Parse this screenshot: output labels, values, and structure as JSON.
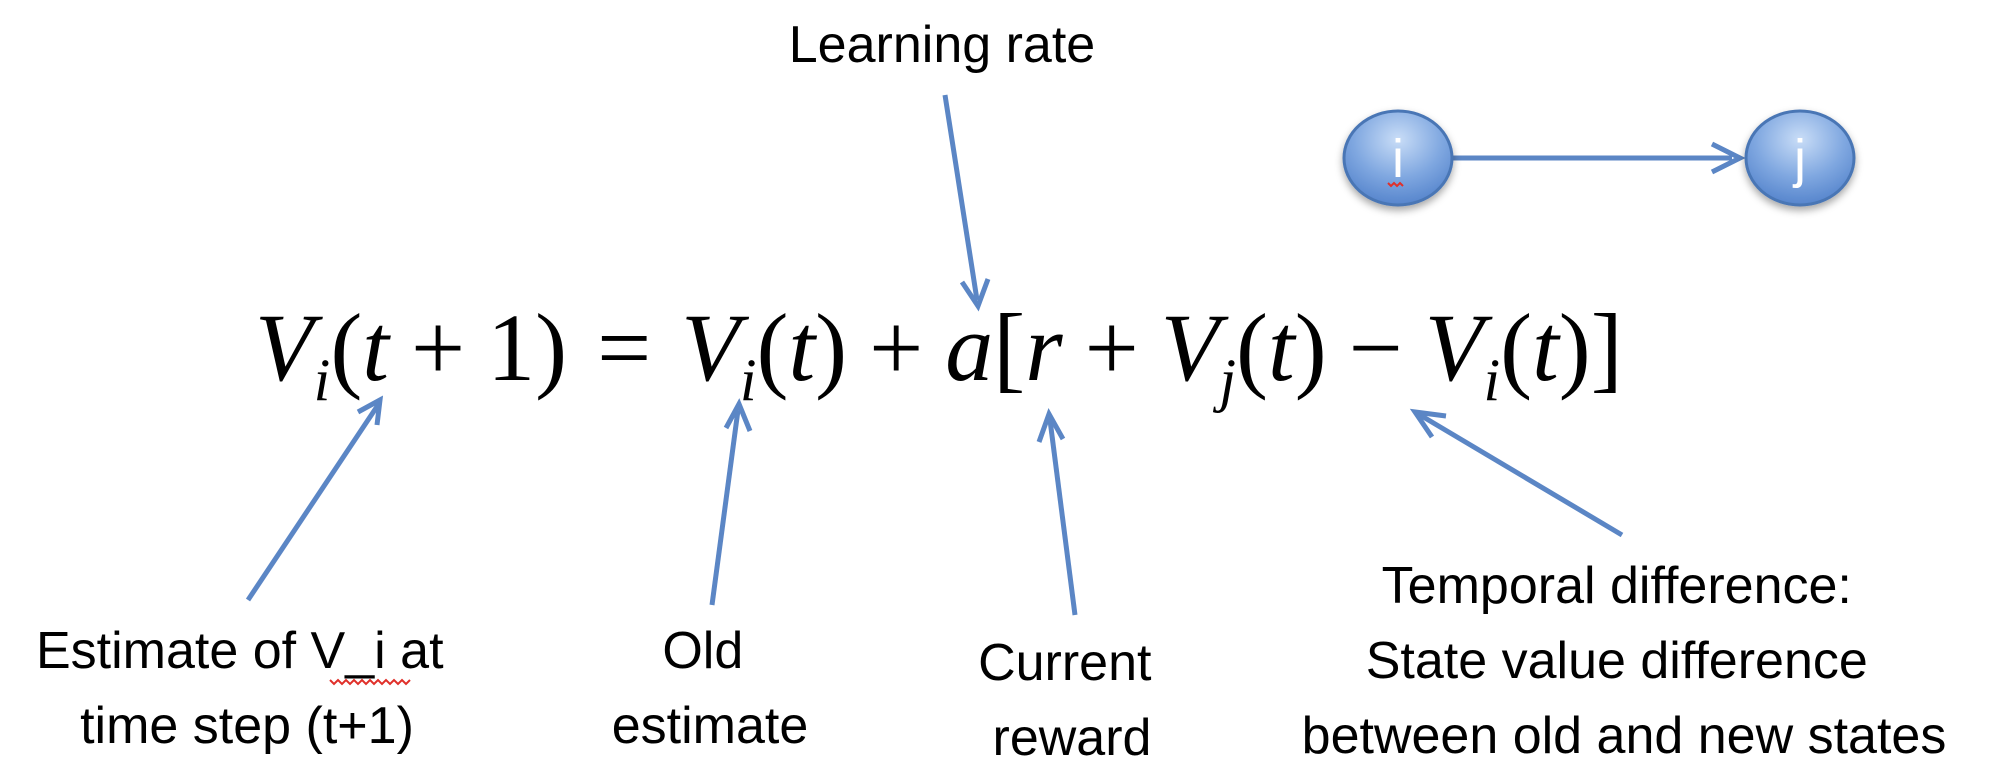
{
  "labels": {
    "learning_rate": "Learning rate",
    "estimate_line1": "Estimate of V_i at",
    "estimate_line2": "time step (t+1)",
    "old_line1": "Old",
    "old_line2": "estimate",
    "current_line1": "Current",
    "current_line2": "reward",
    "td_line1": "Temporal difference:",
    "td_line2": "State value difference",
    "td_line3": "between old and new states"
  },
  "equation": {
    "V": "V",
    "i": "i",
    "j": "j",
    "t": "t",
    "a": "a",
    "r": "r",
    "one": "1",
    "plus": "+",
    "minus": "−",
    "equals": "=",
    "lparen": "(",
    "rparen": ")",
    "lbracket": "[",
    "rbracket": "]"
  },
  "graph": {
    "nodes": [
      {
        "id": "i",
        "label": "i"
      },
      {
        "id": "j",
        "label": "j"
      }
    ],
    "edges": [
      {
        "from": "i",
        "to": "j"
      }
    ]
  },
  "colors": {
    "arrow": "#5b86c5",
    "node_light": "#b8d2f3",
    "node_dark": "#4f7fc9",
    "node_stroke": "#4a76b5",
    "typo_underline": "#e0302a"
  }
}
